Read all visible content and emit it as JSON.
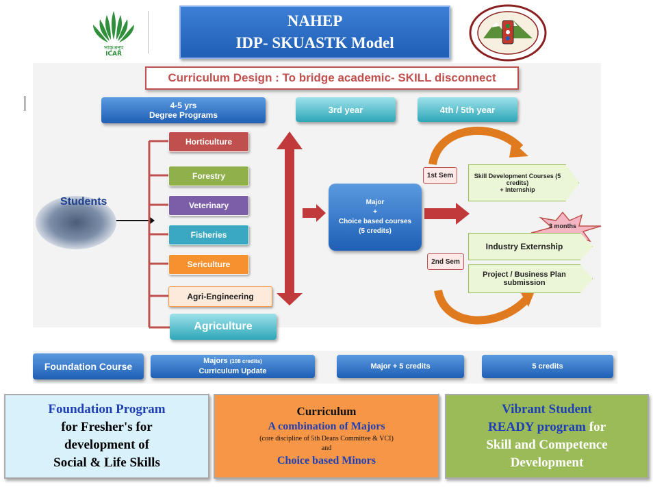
{
  "header": {
    "title_line1": "NAHEP",
    "title_line2": "IDP- SKUASTK Model",
    "left_logo_text": "भाकृअनुप ICAR",
    "right_logo": "SKUAST-K seal"
  },
  "banner": "Curriculum Design : To bridge academic- SKILL disconnect",
  "columns": {
    "degree_line1": "4-5 yrs",
    "degree_line2": "Degree Programs",
    "third_year": "3rd year",
    "fourth_fifth": "4th  /  5th year"
  },
  "students_label": "Students",
  "programs": [
    {
      "label": "Horticulture",
      "color": "#c0504d"
    },
    {
      "label": "Forestry",
      "color": "#8fb04a"
    },
    {
      "label": "Veterinary",
      "color": "#7b5ea7"
    },
    {
      "label": "Fisheries",
      "color": "#3aa8c1"
    },
    {
      "label": "Sericulture",
      "color": "#f5912e"
    },
    {
      "label": "Agri-Engineering",
      "color": "#fdeadb"
    }
  ],
  "agriculture_label": "Agriculture",
  "major_box": {
    "line1": "Major",
    "line2": "+",
    "line3": "Choice based courses",
    "line4": "(5 credits)"
  },
  "sem1": "1st Sem",
  "sem2": "2nd Sem",
  "skill_dev": {
    "line1": "Skill Development Courses (5 credits)",
    "line2": "+ Internship"
  },
  "three_months": "3 months",
  "industry": "Industry Externship",
  "project": {
    "line1": "Project / Business Plan",
    "line2": "submission"
  },
  "bottom_bar": {
    "foundation": "Foundation Course",
    "majors_a": "Majors",
    "majors_b": "(108 credits)",
    "curriculum_update": "Curriculum Update",
    "major_plus": "Major + 5 credits",
    "five_credits": "5 credits"
  },
  "footer": {
    "left": {
      "line1": "Foundation Program",
      "line2": "for Fresher's for",
      "line3": "development of",
      "line4": "Social & Life Skills"
    },
    "middle": {
      "line1": "Curriculum",
      "line2": "A combination  of Majors",
      "line3": "(core discipline  of 5th Deans Committee & VCI)",
      "line4": "and",
      "line5": "Choice based  Minors"
    },
    "right": {
      "line1": "Vibrant Student",
      "line2a": "READY program",
      "line2b": " for",
      "line3": "Skill and Competence",
      "line4": "Development"
    }
  },
  "colors": {
    "blue": "#1f5fb5",
    "red": "#c0504d",
    "green": "#9bbb59",
    "orange": "#f79646",
    "cyan_bg": "#d9f1fb"
  }
}
